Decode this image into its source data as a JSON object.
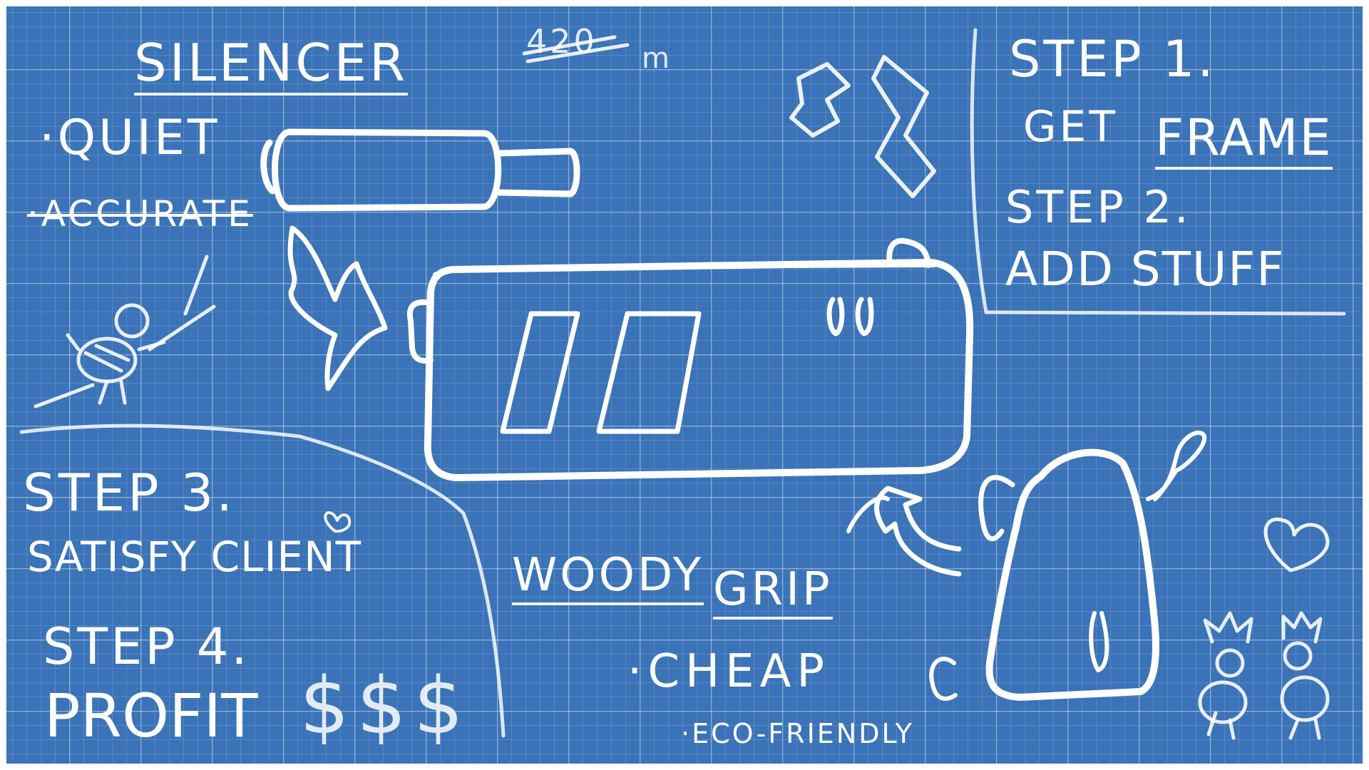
{
  "colors": {
    "background": "#3a73b8",
    "ink": "#ffffff",
    "grid": "#7ea3d2"
  },
  "sketch": {
    "silencer": {
      "title": "SILENCER",
      "bullet_quiet": "·QUIET",
      "bullet_accurate": "·ACCURATE"
    },
    "scale_note": {
      "number": "420",
      "unit": "m"
    },
    "steps": {
      "step1_title": "STEP 1.",
      "step1_text_a": "GET",
      "step1_text_b": "FRAME",
      "step2_title": "STEP 2.",
      "step2_text": "ADD STUFF",
      "step3_title": "STEP 3.",
      "step3_text": "SATISFY CLIENT",
      "step4_title": "STEP 4.",
      "step4_text": "PROFIT",
      "step4_money": "$$$"
    },
    "grip": {
      "woody": "WOODY",
      "grip": "GRIP",
      "bullet_cheap": "·CHEAP",
      "bullet_eco": "·ECO-FRIENDLY"
    },
    "icons": [
      "silencer-icon",
      "frame-icon",
      "grip-icon",
      "arrow-icon",
      "heart-icon",
      "bee-icon",
      "lightning-icon",
      "spring-icon"
    ]
  }
}
